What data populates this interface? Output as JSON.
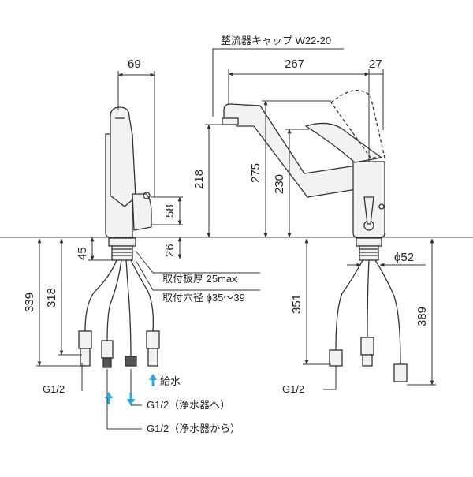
{
  "header": {
    "left": "",
    "right": ""
  },
  "labels": {
    "aerator_cap": "整流器キャップ W22-20",
    "mount_thickness": "取付板厚 25max",
    "mount_hole": "取付穴径 ϕ35～39",
    "supply_water": "給水",
    "to_filter": "G1/2（浄水器へ）",
    "from_filter": "G1/2（浄水器から）",
    "thread_left": "G1/2",
    "thread_right": "G1/2"
  },
  "dimensions": {
    "d69": "69",
    "d267": "267",
    "d27": "27",
    "d218": "218",
    "d275": "275",
    "d230": "230",
    "d58": "58",
    "d26": "26",
    "d45": "45",
    "d339": "339",
    "d318": "318",
    "d351": "351",
    "d389": "389",
    "d52": "ϕ52"
  },
  "colors": {
    "line": "#333333",
    "part_fill": "#f2f2f2",
    "arrow": "#29a8e0",
    "countertop": "#888888"
  },
  "icons": {
    "flow_arrow": "blue-up-down-arrow"
  }
}
